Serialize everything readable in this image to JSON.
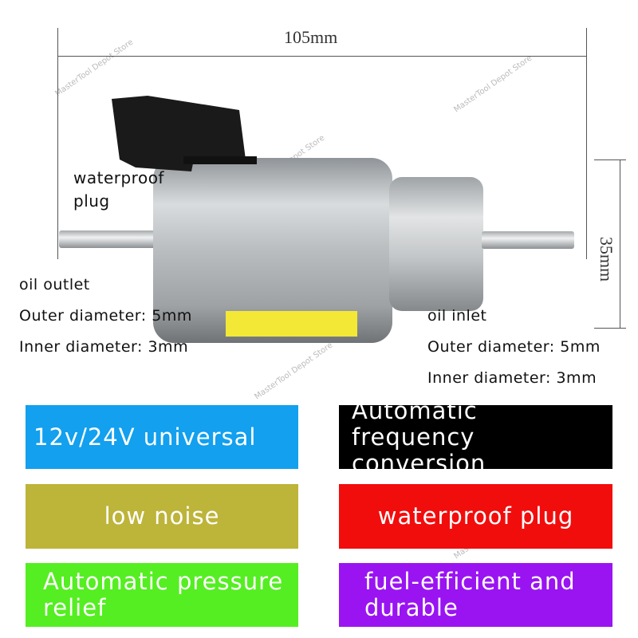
{
  "dimensions": {
    "width": "105mm",
    "height": "35mm"
  },
  "labels": {
    "plug": "waterproof\nplug",
    "outlet_title": "oil outlet",
    "outlet_outer": "Outer diameter: 5mm",
    "outlet_inner": "Inner diameter: 3mm",
    "inlet_title": "oil inlet",
    "inlet_outer": "Outer diameter: 5mm",
    "inlet_inner": "Inner diameter: 3mm"
  },
  "features": [
    {
      "text": "12v/24V universal",
      "color": "#12a0ef"
    },
    {
      "text": "Automatic frequency conversion",
      "color": "#000000"
    },
    {
      "text": "low noise",
      "color": "#bdb43a"
    },
    {
      "text": "waterproof plug",
      "color": "#f20d0d"
    },
    {
      "text": "Automatic pressure relief",
      "color": "#55ee22"
    },
    {
      "text": "fuel-efficient and durable",
      "color": "#9a14f2"
    }
  ],
  "watermark": "MasterTool Depot Store"
}
